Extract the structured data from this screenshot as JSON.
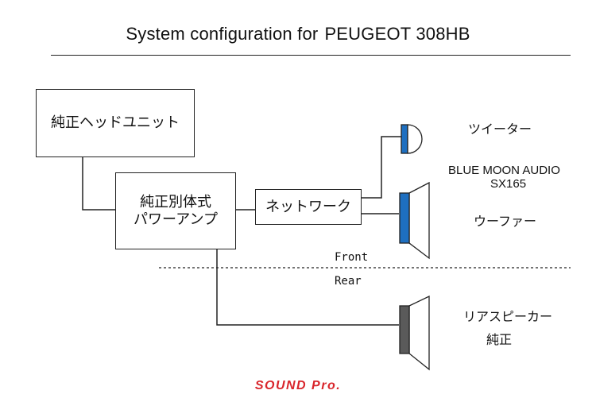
{
  "title": {
    "prefix": "System configuration for",
    "car": "PEUGEOT 308HB"
  },
  "boxes": {
    "head_unit": "純正ヘッドユニット",
    "amp_line1": "純正別体式",
    "amp_line2": "パワーアンプ",
    "network": "ネットワーク"
  },
  "labels": {
    "tweeter": "ツイーター",
    "product_line1": "BLUE MOON AUDIO",
    "product_line2": "SX165",
    "woofer": "ウーファー",
    "front": "Front",
    "rear": "Rear",
    "rear_speaker_line1": "リアスピーカー",
    "rear_speaker_line2": "純正"
  },
  "logo": "SOUND Pro.",
  "colors": {
    "speaker_blue": "#1e6fc0",
    "speaker_gray": "#5a5a5a",
    "logo_red": "#d9262c"
  }
}
